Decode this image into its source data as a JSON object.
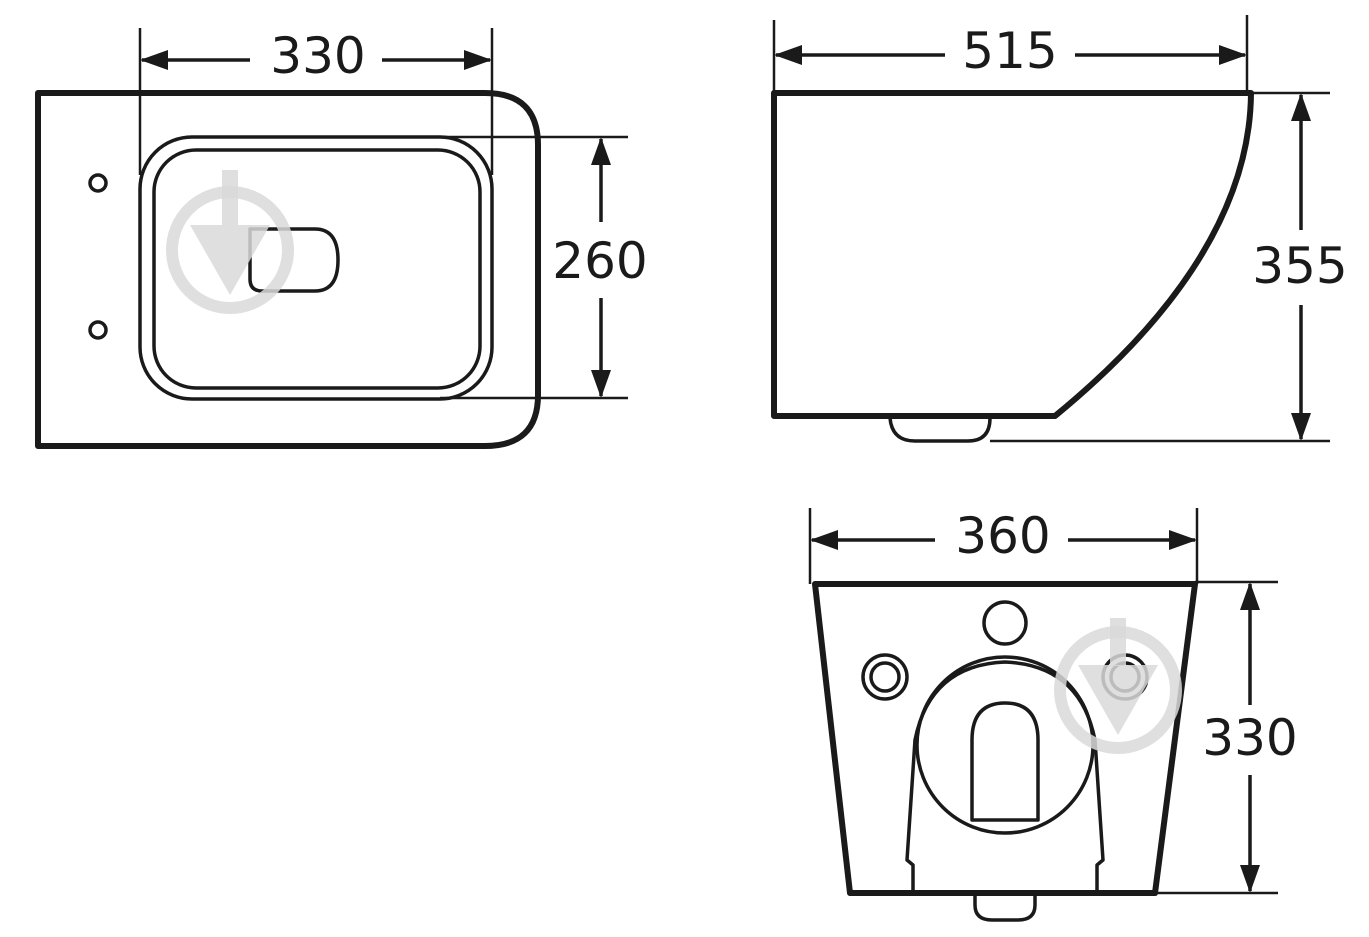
{
  "diagram": {
    "top_view": {
      "width_label": "330",
      "height_label": "260"
    },
    "side_view": {
      "width_label": "515",
      "height_label": "355"
    },
    "front_view": {
      "width_label": "360",
      "height_label": "330"
    }
  },
  "colors": {
    "line": "#1a1a1a",
    "watermark": "#d9d9d9",
    "background": "#ffffff"
  },
  "icons": {
    "watermark": "watermark-logo-icon"
  }
}
